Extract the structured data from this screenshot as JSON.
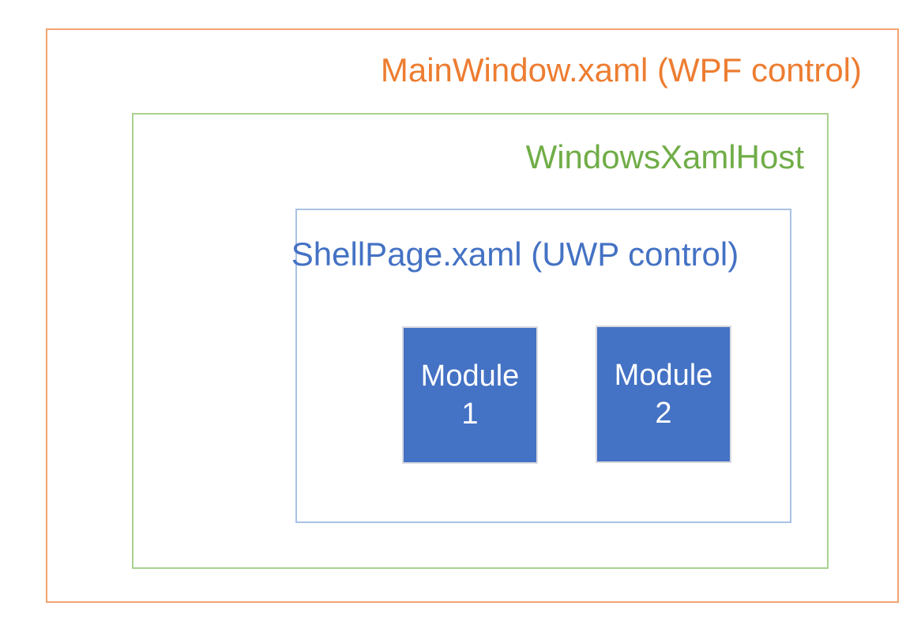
{
  "diagram": {
    "type": "nested-architecture-diagram",
    "boxes": {
      "outer": {
        "label": "MainWindow.xaml (WPF control)",
        "label_color": "#ED7D31",
        "border_color": "#F2A470"
      },
      "host": {
        "label": "WindowsXamlHost",
        "label_color": "#70AD47",
        "border_color": "#A9D18E"
      },
      "shell": {
        "label": "ShellPage.xaml (UWP control)",
        "label_color": "#4472C4",
        "border_color": "#A9C2E4"
      }
    },
    "modules": [
      {
        "name": "Module",
        "number": "1",
        "fill_color": "#4472C4",
        "border_color": "#D9D9E0",
        "text_color": "#FFFFFF"
      },
      {
        "name": "Module",
        "number": "2",
        "fill_color": "#4472C4",
        "border_color": "#D9D9E0",
        "text_color": "#FFFFFF"
      }
    ],
    "background_color": "#FFFFFF"
  }
}
